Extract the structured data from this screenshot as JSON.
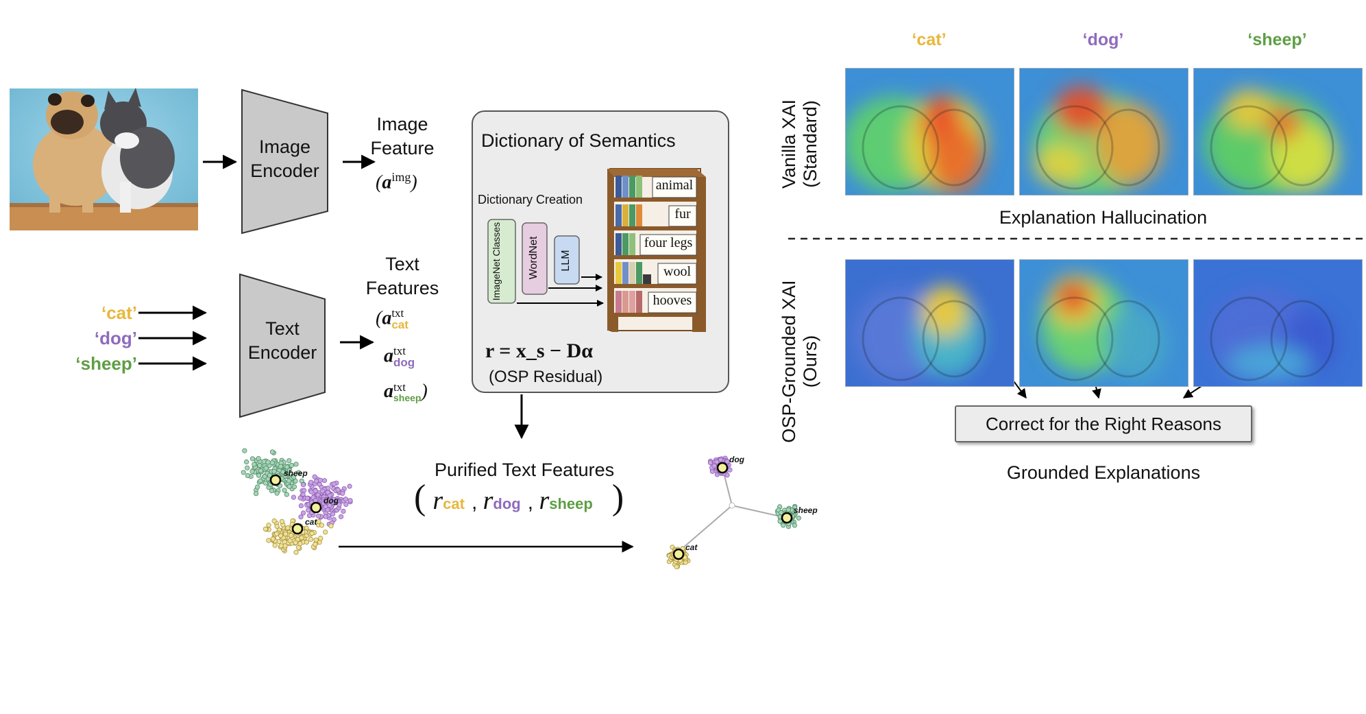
{
  "colors": {
    "cat": "#e8b73c",
    "dog": "#8e6bbd",
    "sheep": "#5e9e44",
    "encoder_fill": "#c9c9c9",
    "dict_box_fill": "#ececec"
  },
  "image_encoder": {
    "line1": "Image",
    "line2": "Encoder"
  },
  "text_encoder": {
    "line1": "Text",
    "line2": "Encoder"
  },
  "image_feature": {
    "line1": "Image",
    "line2": "Feature",
    "symbol": "a",
    "superscript": "img"
  },
  "text_features": {
    "line1": "Text",
    "line2": "Features",
    "symbol": "a",
    "superscript": "txt",
    "subscripts": [
      "cat",
      "dog",
      "sheep"
    ]
  },
  "classes": [
    "‘cat’",
    "‘dog’",
    "‘sheep’"
  ],
  "dictionary": {
    "title": "Dictionary of Semantics",
    "creation_label": "Dictionary Creation",
    "sources": [
      "ImageNet Classes",
      "WordNet",
      "LLM"
    ],
    "shelf_labels": [
      "animal",
      "fur",
      "four legs",
      "wool",
      "hooves"
    ],
    "equation": "r = x_s − Dα",
    "residual_label": "(OSP Residual)"
  },
  "purified": {
    "title": "Purified Text Features",
    "r": "r",
    "subscripts": [
      "cat",
      "dog",
      "sheep"
    ]
  },
  "cluster_labels": [
    "sheep",
    "dog",
    "cat"
  ],
  "heatmap_columns": [
    "‘cat’",
    "‘dog’",
    "‘sheep’"
  ],
  "vanilla": {
    "row_label_line1": "Vanilla XAI",
    "row_label_line2": "(Standard)",
    "caption": "Explanation Hallucination"
  },
  "grounded": {
    "row_label_line1": "OSP-Grounded XAI",
    "row_label_line2": "(Ours)",
    "box_label": "Correct for the Right Reasons",
    "caption": "Grounded Explanations"
  }
}
